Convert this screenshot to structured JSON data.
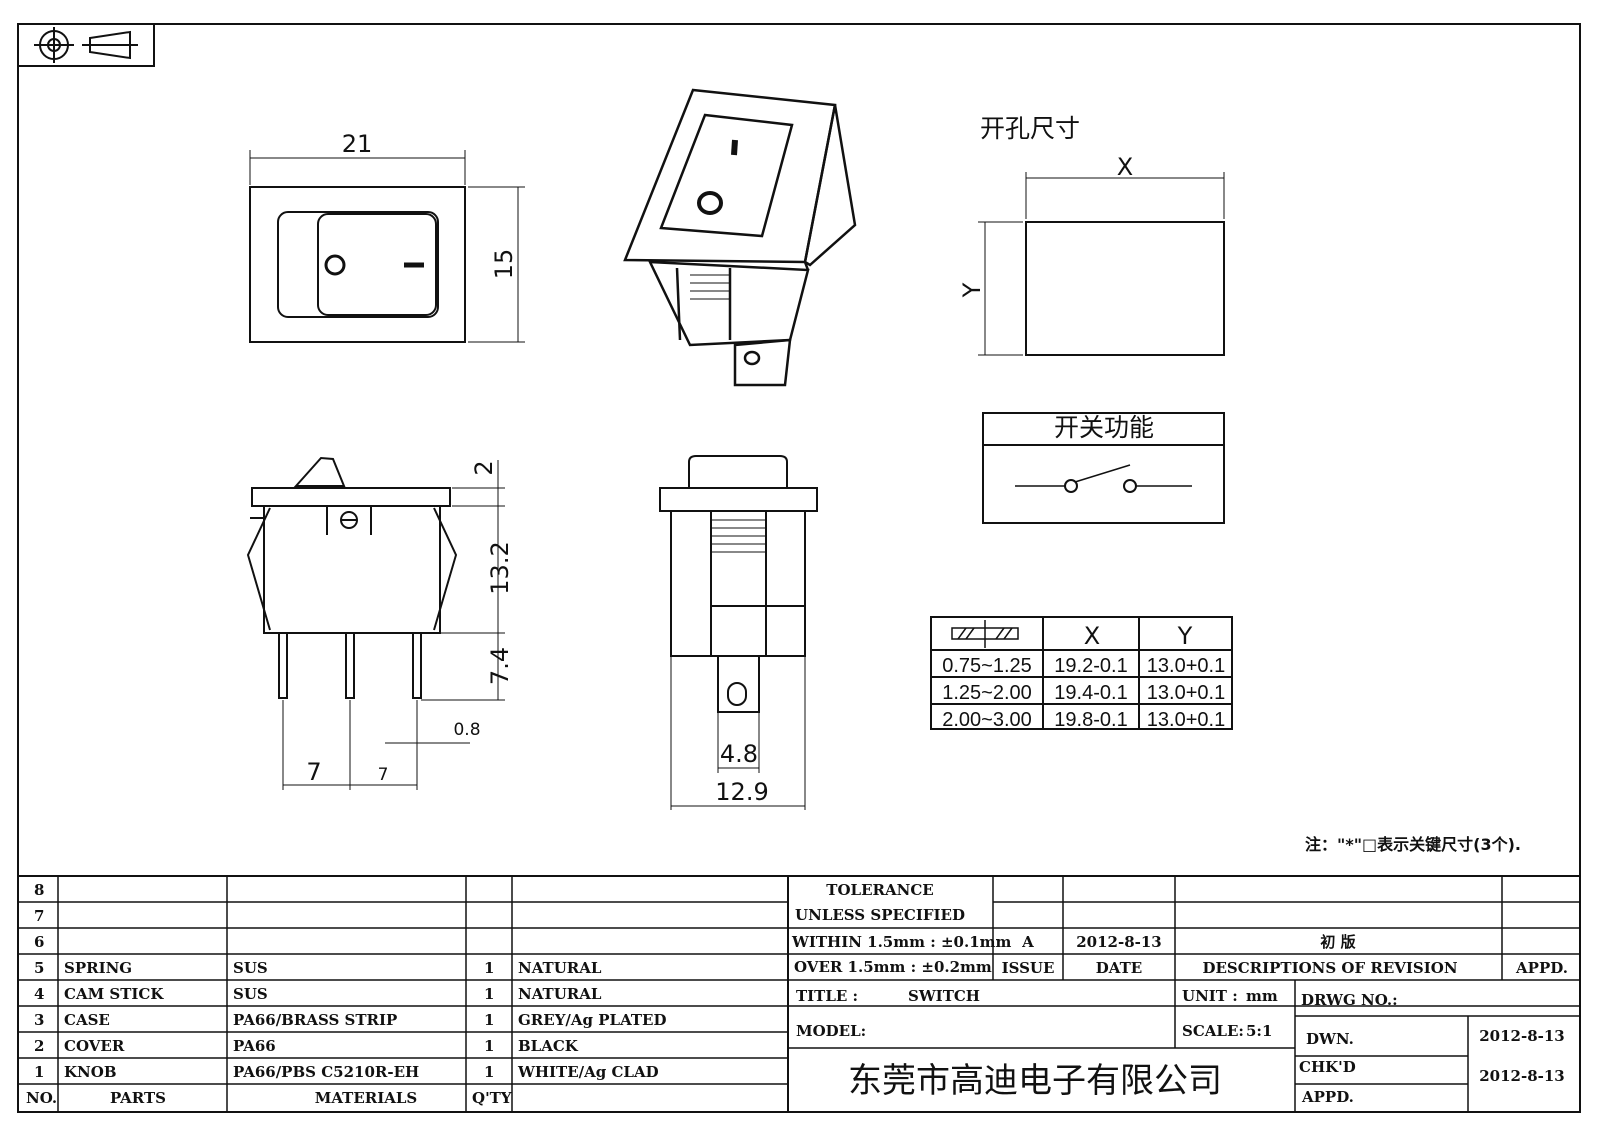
{
  "dimensions": {
    "front_width": "21",
    "front_height": "15",
    "side_top": "2",
    "side_body": "13.2",
    "side_pin": "7.4",
    "pin_thick": "0.8",
    "pin_pitch_1": "7",
    "pin_pitch_2": "7",
    "end_terminal": "4.8",
    "end_width": "12.9"
  },
  "switch_marks": {
    "off": "O",
    "on": "I"
  },
  "cutout": {
    "title": "开孔尺寸",
    "x_label": "X",
    "y_label": "Y"
  },
  "function_box": {
    "title": "开关功能"
  },
  "panel_table": {
    "headers": [
      "X",
      "Y"
    ],
    "rows": [
      [
        "0.75~1.25",
        "19.2-0.1",
        "13.0+0.1"
      ],
      [
        "1.25~2.00",
        "19.4-0.1",
        "13.0+0.1"
      ],
      [
        "2.00~3.00",
        "19.8-0.1",
        "13.0+0.1"
      ]
    ]
  },
  "note": "注：\"*\"□表示关键尺寸(3个).",
  "bom": {
    "rows": [
      {
        "no": "8",
        "part": "",
        "material": "",
        "qty": "",
        "finish": ""
      },
      {
        "no": "7",
        "part": "",
        "material": "",
        "qty": "",
        "finish": ""
      },
      {
        "no": "6",
        "part": "",
        "material": "",
        "qty": "",
        "finish": ""
      },
      {
        "no": "5",
        "part": "SPRING",
        "material": "SUS",
        "qty": "1",
        "finish": "NATURAL"
      },
      {
        "no": "4",
        "part": "CAM STICK",
        "material": "SUS",
        "qty": "1",
        "finish": "NATURAL"
      },
      {
        "no": "3",
        "part": "CASE",
        "material": "PA66/BRASS STRIP",
        "qty": "1",
        "finish": "GREY/Ag PLATED"
      },
      {
        "no": "2",
        "part": "COVER",
        "material": "PA66",
        "qty": "1",
        "finish": "BLACK"
      },
      {
        "no": "1",
        "part": "KNOB",
        "material": "PA66/PBS C5210R-EH",
        "qty": "1",
        "finish": "WHITE/Ag CLAD"
      }
    ],
    "header": {
      "no": "NO.",
      "part": "PARTS",
      "material": "MATERIALS",
      "qty": "Q'TY"
    }
  },
  "title_block": {
    "tolerance_1": "TOLERANCE",
    "tolerance_2": "UNLESS  SPECIFIED",
    "tolerance_3": "WITHIN 1.5mm : ±0.1mm",
    "tolerance_4": "OVER 1.5mm : ±0.2mm",
    "issue_value": "A",
    "date_value": "2012-8-13",
    "revision_value": "初 版",
    "issue_label": "ISSUE",
    "date_label": "DATE",
    "desc_label": "DESCRIPTIONS OF REVISION",
    "appd_label": "APPD.",
    "title_label": "TITLE :",
    "title_value": "SWITCH",
    "unit_label": "UNIT :",
    "unit_value": "mm",
    "drwg_label": "DRWG NO.:",
    "model_label": "MODEL:",
    "scale_label": "SCALE:",
    "scale_value": "5:1",
    "dwn_label": "DWN.",
    "dwn_date": "2012-8-13",
    "chkd_label": "CHK'D",
    "chkd_date": "2012-8-13",
    "appd2_label": "APPD.",
    "company": "东莞市高迪电子有限公司"
  }
}
